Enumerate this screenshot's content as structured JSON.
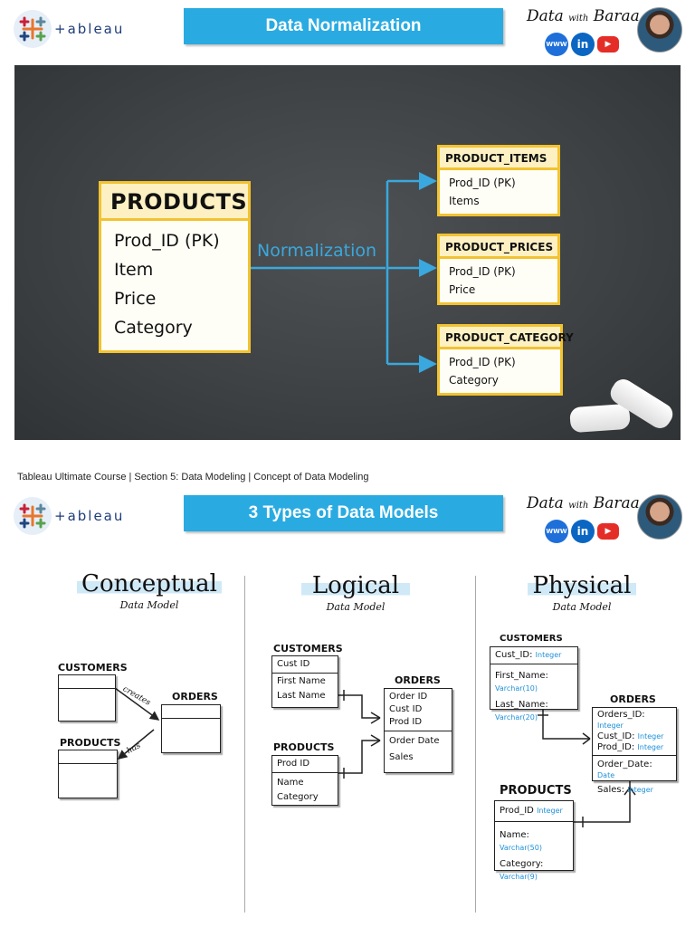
{
  "slide1": {
    "logo_text": "+ableau",
    "title": "Data Normalization",
    "brand": {
      "name_part1": "Data",
      "name_part2": "with",
      "name_part3": "Baraa"
    },
    "social": {
      "www": "WWW",
      "linkedin": "in",
      "youtube": "▶"
    },
    "products": {
      "name": "PRODUCTS",
      "fields": [
        "Prod_ID (PK)",
        "Item",
        "Price",
        "Category"
      ]
    },
    "normalization_label": "Normalization",
    "product_items": {
      "name": "PRODUCT_ITEMS",
      "fields": [
        "Prod_ID (PK)",
        "Items"
      ]
    },
    "product_prices": {
      "name": "PRODUCT_PRICES",
      "fields": [
        "Prod_ID (PK)",
        "Price"
      ]
    },
    "product_category": {
      "name": "PRODUCT_CATEGORY",
      "fields": [
        "Prod_ID (PK)",
        "Category"
      ]
    }
  },
  "footer": "Tableau Ultimate Course | Section 5: Data Modeling | Concept of Data Modeling",
  "slide2": {
    "logo_text": "+ableau",
    "title": "3 Types of Data Models",
    "brand": {
      "name_part1": "Data",
      "name_part2": "with",
      "name_part3": "Baraa"
    },
    "social": {
      "www": "WWW",
      "linkedin": "in",
      "youtube": "▶"
    },
    "conceptual": {
      "title": "Conceptual",
      "subtitle": "Data Model",
      "customers": "CUSTOMERS",
      "orders": "ORDERS",
      "products": "PRODUCTS",
      "rel_creates": "creates",
      "rel_has": "has"
    },
    "logical": {
      "title": "Logical",
      "subtitle": "Data Model",
      "customers": {
        "name": "CUSTOMERS",
        "key": "Cust ID",
        "fields": [
          "First Name",
          "Last Name"
        ]
      },
      "orders": {
        "name": "ORDERS",
        "keys": [
          "Order ID",
          "Cust ID",
          "Prod ID"
        ],
        "fields": [
          "Order Date",
          "Sales"
        ]
      },
      "products": {
        "name": "PRODUCTS",
        "key": "Prod ID",
        "fields": [
          "Name",
          "Category"
        ]
      }
    },
    "physical": {
      "title": "Physical",
      "subtitle": "Data Model",
      "customers": {
        "name": "CUSTOMERS",
        "key": {
          "field": "Cust_ID:",
          "type": "Integer"
        },
        "fields": [
          {
            "field": "First_Name:",
            "type": "Varchar(10)"
          },
          {
            "field": "Last_Name:",
            "type": "Varchar(20)"
          }
        ]
      },
      "orders": {
        "name": "ORDERS",
        "keys": [
          {
            "field": "Orders_ID:",
            "type": "Integer"
          },
          {
            "field": "Cust_ID:",
            "type": "Integer"
          },
          {
            "field": "Prod_ID:",
            "type": "Integer"
          }
        ],
        "fields": [
          {
            "field": "Order_Date:",
            "type": "Date"
          },
          {
            "field": "Sales:",
            "type": "Integer"
          }
        ]
      },
      "products": {
        "name": "PRODUCTS",
        "key": {
          "field": "Prod_ID",
          "type": "Integer"
        },
        "fields": [
          {
            "field": "Name:",
            "type": "Varchar(50)"
          },
          {
            "field": "Category:",
            "type": "Varchar(9)"
          }
        ]
      }
    }
  },
  "colors": {
    "banner": "#29abe2",
    "entity_border": "#f2c230",
    "arrow": "#3aa8de",
    "type_text": "#1e90d9"
  }
}
